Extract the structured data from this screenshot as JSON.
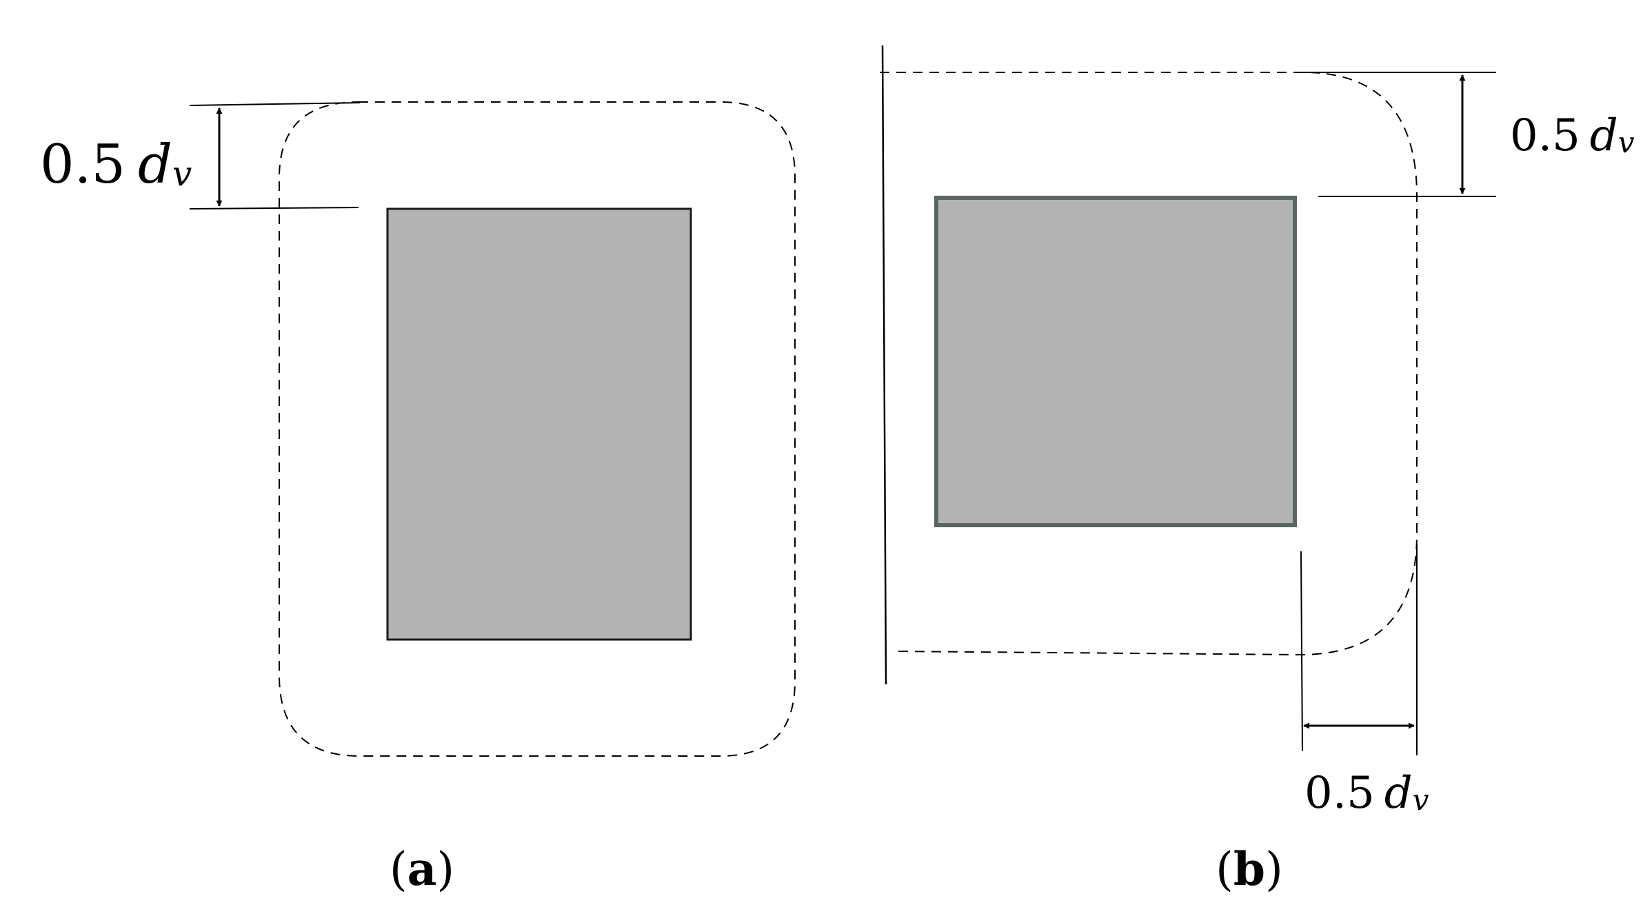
{
  "panel_a": {
    "dimension": {
      "number": "0.5",
      "variable": "d",
      "subscript": "v"
    },
    "caption": {
      "open": "(",
      "letter": "a",
      "close": ")"
    }
  },
  "panel_b": {
    "dimension_top": {
      "number": "0.5",
      "variable": "d",
      "subscript": "v"
    },
    "dimension_bottom": {
      "number": "0.5",
      "variable": "d",
      "subscript": "v"
    },
    "caption": {
      "open": "(",
      "letter": "b",
      "close": ")"
    }
  },
  "colors": {
    "column_fill": "#b3b3b3",
    "column_edge_a": "#1a1a1a",
    "column_edge_b": "#5a6663",
    "lines": "#000000"
  }
}
